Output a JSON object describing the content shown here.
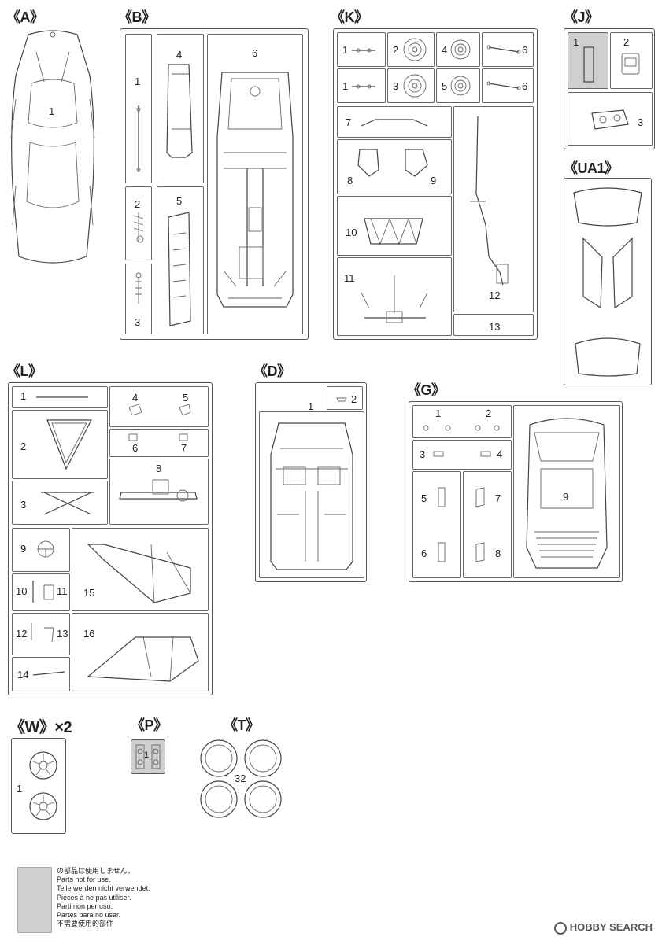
{
  "sprues": {
    "A": {
      "title": "《A》",
      "parts": [
        "1"
      ]
    },
    "B": {
      "title": "《B》",
      "parts": [
        "1",
        "4",
        "6",
        "2",
        "5",
        "3"
      ]
    },
    "K": {
      "title": "《K》",
      "parts": [
        "1",
        "2",
        "4",
        "6",
        "1",
        "3",
        "5",
        "6",
        "7",
        "8",
        "9",
        "10",
        "11",
        "12",
        "13"
      ]
    },
    "J": {
      "title": "《J》",
      "parts": [
        "1",
        "2",
        "3"
      ]
    },
    "UA1": {
      "title": "《UA1》",
      "parts": []
    },
    "L": {
      "title": "《L》",
      "parts": [
        "1",
        "4",
        "5",
        "2",
        "6",
        "7",
        "8",
        "3",
        "9",
        "15",
        "10",
        "11",
        "12",
        "13",
        "16",
        "14"
      ]
    },
    "D": {
      "title": "《D》",
      "parts": [
        "1",
        "2"
      ]
    },
    "G": {
      "title": "《G》",
      "parts": [
        "1",
        "2",
        "3",
        "4",
        "5",
        "7",
        "9",
        "6",
        "8"
      ]
    },
    "W": {
      "title": "《W》×2",
      "parts": [
        "1"
      ]
    },
    "P": {
      "title": "《P》",
      "parts": [
        "1"
      ]
    },
    "T": {
      "title": "《T》",
      "parts": [
        "32"
      ]
    }
  },
  "legend": {
    "lines": [
      "の部品は使用しません。",
      "Parts not for use.",
      "Teile werden nicht verwendet.",
      "Pièces à ne pas utiliser.",
      "Parti non per uso.",
      "Partes para no usar.",
      "不需要使用的部件"
    ],
    "swatch_color": "#cfcfcf"
  },
  "watermark": {
    "text": "HOBBY SEARCH"
  }
}
